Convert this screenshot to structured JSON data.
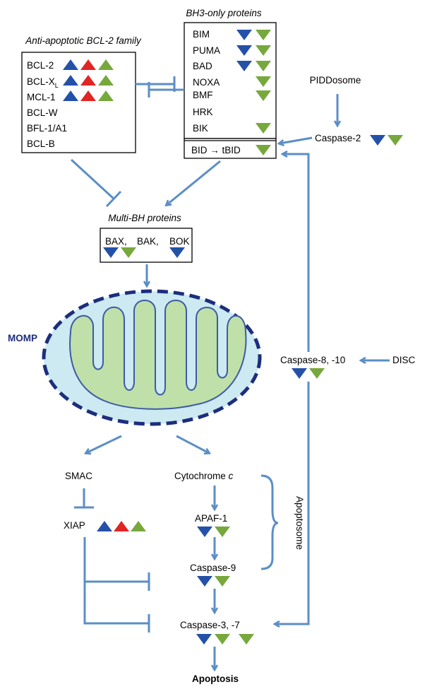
{
  "colors": {
    "arrow": "#5b8ec6",
    "box_border": "#000000",
    "mito_outer": "#1c2e7c",
    "mito_fill": "#cde9f1",
    "mito_inner_fill": "#bfe0a8",
    "mito_inner_stroke": "#3d5aa5",
    "tri_blue": "#2451a8",
    "tri_red": "#e12424",
    "tri_green": "#77a83c",
    "momp_text": "#1c2e7c"
  },
  "anti_apoptotic": {
    "title": "Anti-apoptotic BCL-2 family",
    "items": [
      {
        "label": "BCL-2",
        "markers": [
          "blue-up-triangle",
          "red-up-triangle",
          "green-up-triangle"
        ]
      },
      {
        "label": "BCL-X",
        "sub": "L",
        "markers": [
          "blue-up-triangle",
          "red-up-triangle",
          "green-up-triangle"
        ]
      },
      {
        "label": "MCL-1",
        "markers": [
          "blue-up-triangle",
          "red-up-triangle",
          "green-up-triangle"
        ]
      },
      {
        "label": "BCL-W",
        "markers": []
      },
      {
        "label": "BFL-1/A1",
        "markers": []
      },
      {
        "label": "BCL-B",
        "markers": []
      }
    ]
  },
  "bh3_only": {
    "title": "BH3-only proteins",
    "items": [
      {
        "label": "BIM",
        "markers": [
          "blue-down-triangle",
          "green-down-triangle"
        ]
      },
      {
        "label": "PUMA",
        "markers": [
          "blue-down-triangle",
          "green-down-triangle"
        ]
      },
      {
        "label": "BAD",
        "markers": [
          "blue-down-triangle",
          "green-down-triangle"
        ]
      },
      {
        "label": "NOXA",
        "markers": [
          "green-down-triangle"
        ]
      },
      {
        "label": "BMF",
        "markers": [
          "green-down-triangle"
        ]
      },
      {
        "label": "HRK",
        "markers": []
      },
      {
        "label": "BIK",
        "markers": [
          "green-down-triangle"
        ]
      }
    ],
    "bid_label": "BID → tBID"
  },
  "multi_bh": {
    "title": "Multi-BH proteins",
    "items": [
      "BAX,",
      "BAK,",
      "BOK"
    ]
  },
  "momp": "MOMP",
  "piddosome": "PIDDosome",
  "caspase2": "Caspase-2",
  "disc": "DISC",
  "caspase810": "Caspase-8, -10",
  "smac": "SMAC",
  "xiap": "XIAP",
  "cytochrome": {
    "text": "Cytochrome ",
    "italic": "c"
  },
  "apaf1": "APAF-1",
  "caspase9": "Caspase-9",
  "caspase37": "Caspase-3, -7",
  "apoptosome": "Apoptosome",
  "apoptosis": "Apoptosis"
}
